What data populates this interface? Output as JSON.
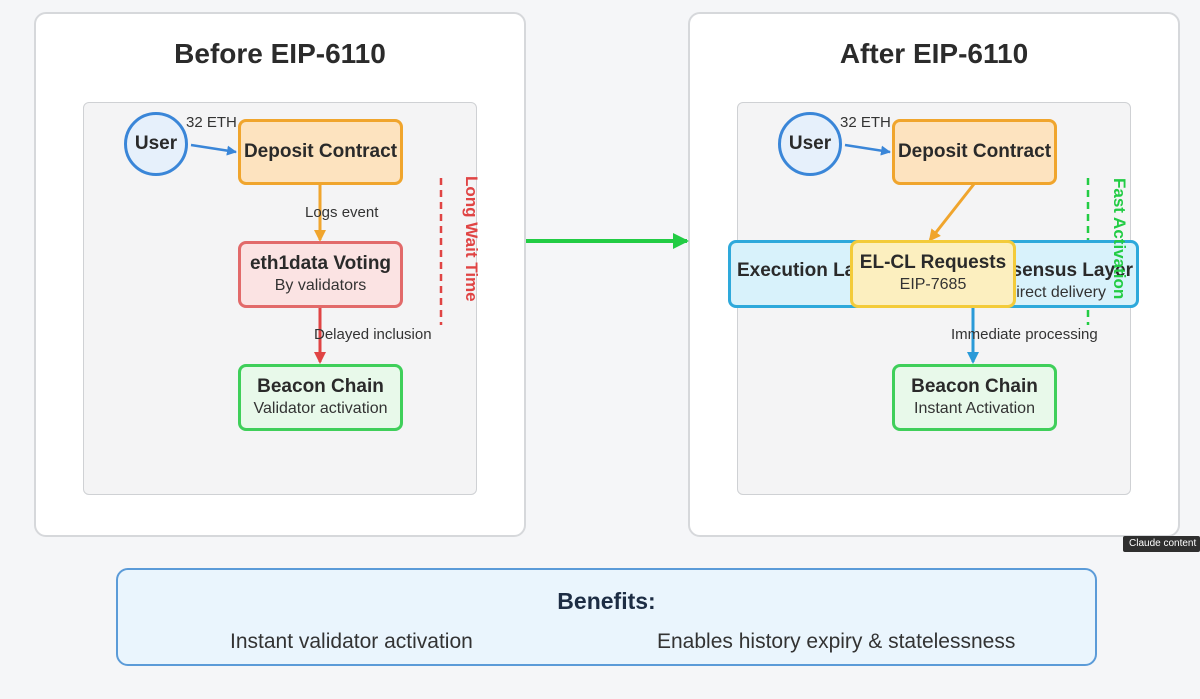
{
  "before": {
    "title": "Before EIP-6110",
    "user": "User",
    "amount": "32 ETH",
    "deposit_contract": "Deposit Contract",
    "logs_event": "Logs event",
    "voting_title": "eth1data Voting",
    "voting_sub": "By validators",
    "delayed": "Delayed inclusion",
    "beacon_title": "Beacon Chain",
    "beacon_sub": "Validator activation",
    "wait_label": "Long Wait Time"
  },
  "after": {
    "title": "After EIP-6110",
    "user": "User",
    "amount": "32 ETH",
    "deposit_contract": "Deposit Contract",
    "execution_layer": "Execution Layer",
    "consensus_layer": "Consensus Layer",
    "direct_delivery": "Direct delivery",
    "requests_title": "EL-CL Requests",
    "requests_sub": "EIP-7685",
    "immediate": "Immediate processing",
    "beacon_title": "Beacon Chain",
    "beacon_sub": "Instant Activation",
    "fast_label": "Fast Activation"
  },
  "benefits": {
    "title": "Benefits:",
    "items": [
      "Instant validator activation",
      "Enables history expiry & statelessness"
    ]
  },
  "tooltip": "Claude content",
  "colors": {
    "deposit_border": "#f0a52d",
    "voting_border": "#e26a6a",
    "beacon_border": "#3fcf5a",
    "layer_border": "#2ea9db",
    "requests_border": "#f3cb3a",
    "user_border": "#3a86d8",
    "transition_arrow": "#22cc44"
  }
}
